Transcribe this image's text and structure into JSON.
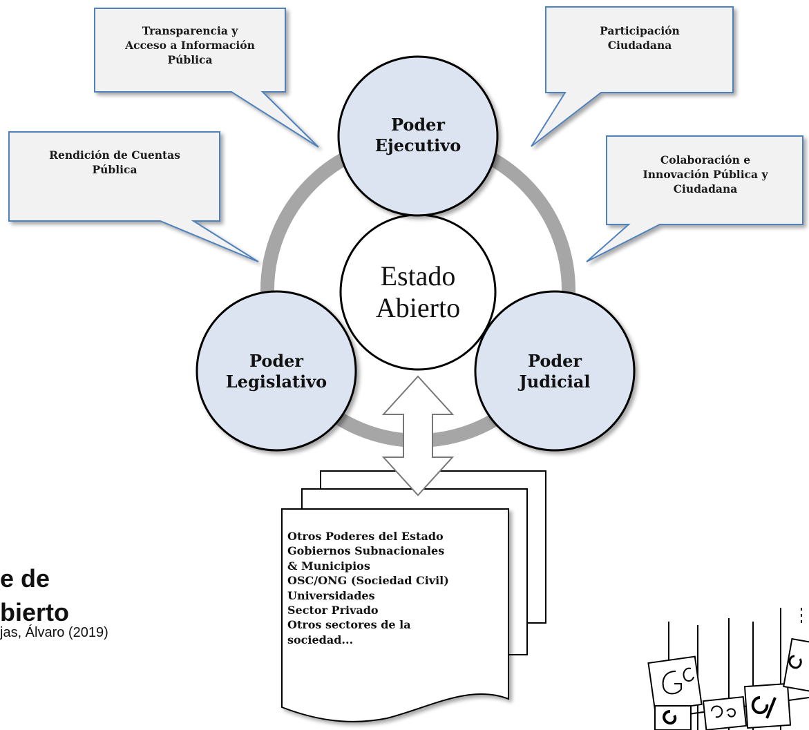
{
  "callouts": {
    "transparencia": [
      "Transparencia y",
      "Acceso a Información",
      "Pública"
    ],
    "participacion": [
      "Participación",
      "Ciudadana"
    ],
    "rendicion": [
      "Rendición de Cuentas",
      "Pública"
    ],
    "colaboracion": [
      "Colaboración e",
      "Innovación Pública y",
      "Ciudadana"
    ]
  },
  "nodes": {
    "ejecutivo": [
      "Poder",
      "Ejecutivo"
    ],
    "legislativo": [
      "Poder",
      "Legislativo"
    ],
    "judicial": [
      "Poder",
      "Judicial"
    ],
    "center": [
      "Estado",
      "Abierto"
    ]
  },
  "document_list": [
    "Otros Poderes del Estado",
    "Gobiernos Subnacionales",
    "& Municipios",
    "OSC/ONG (Sociedad Civil)",
    "Universidades",
    "Sector Privado",
    "Otros sectores de la",
    "sociedad..."
  ],
  "caption": {
    "line1": "e de",
    "line2": "bierto",
    "credit": "jas, Álvaro (2019)"
  },
  "colors": {
    "node_fill": "#dbe4f0",
    "callout_fill": "#f2f2f2",
    "callout_border": "#4f81bd",
    "ring": "#a6a6a6"
  }
}
